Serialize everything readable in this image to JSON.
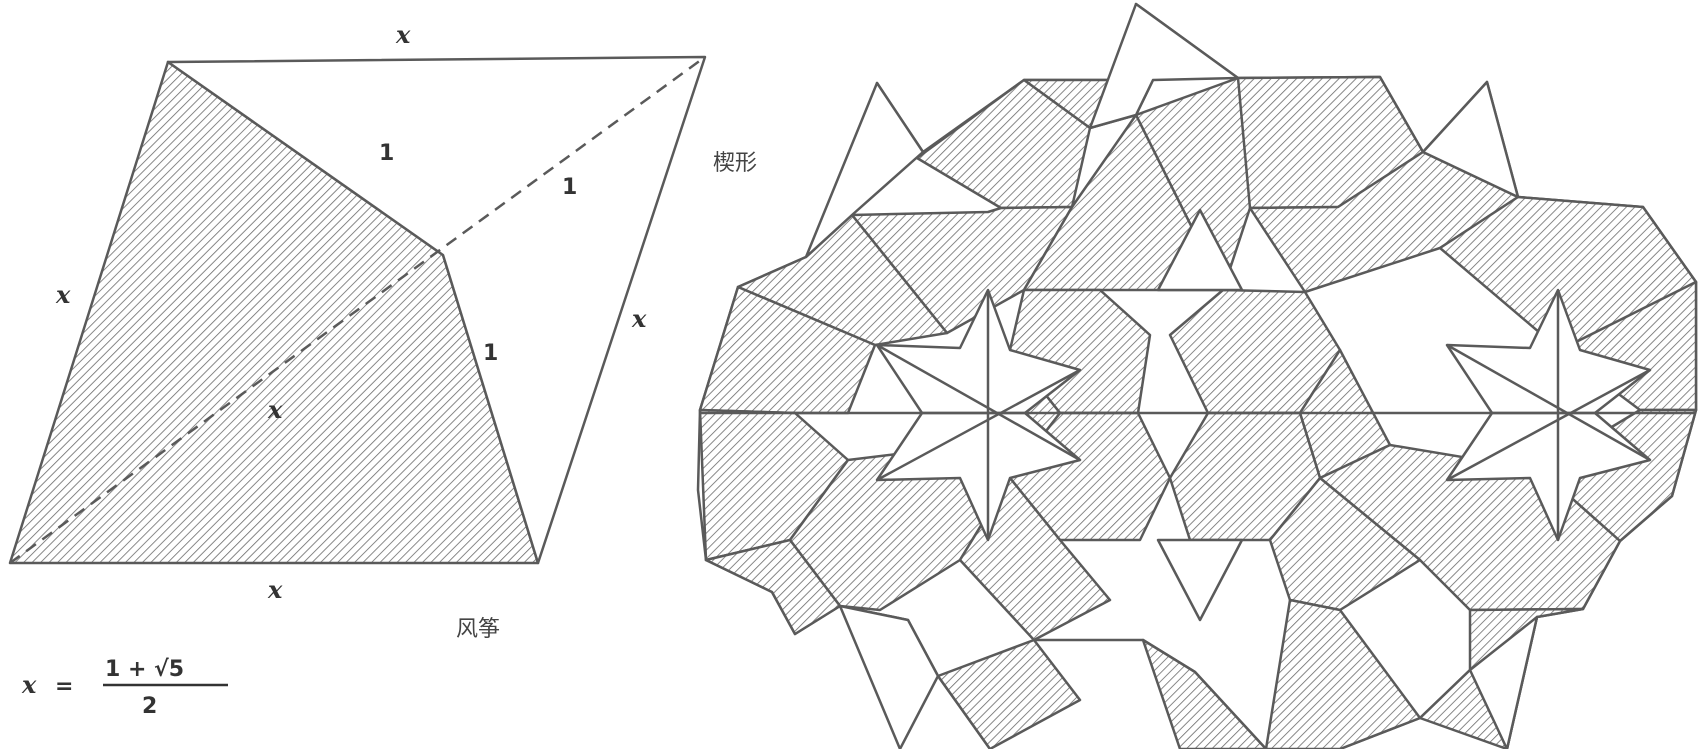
{
  "labels": {
    "kite_name": "风筝",
    "dart_name": "楔形",
    "side_x": "x",
    "side_1": "1",
    "formula_lhs": "x",
    "formula_eq": "=",
    "formula_num": "1 + √5",
    "formula_den": "2"
  },
  "colors": {
    "line": "#5a5a5a",
    "hatch": "#6a6a6a",
    "background": "#ffffff"
  }
}
